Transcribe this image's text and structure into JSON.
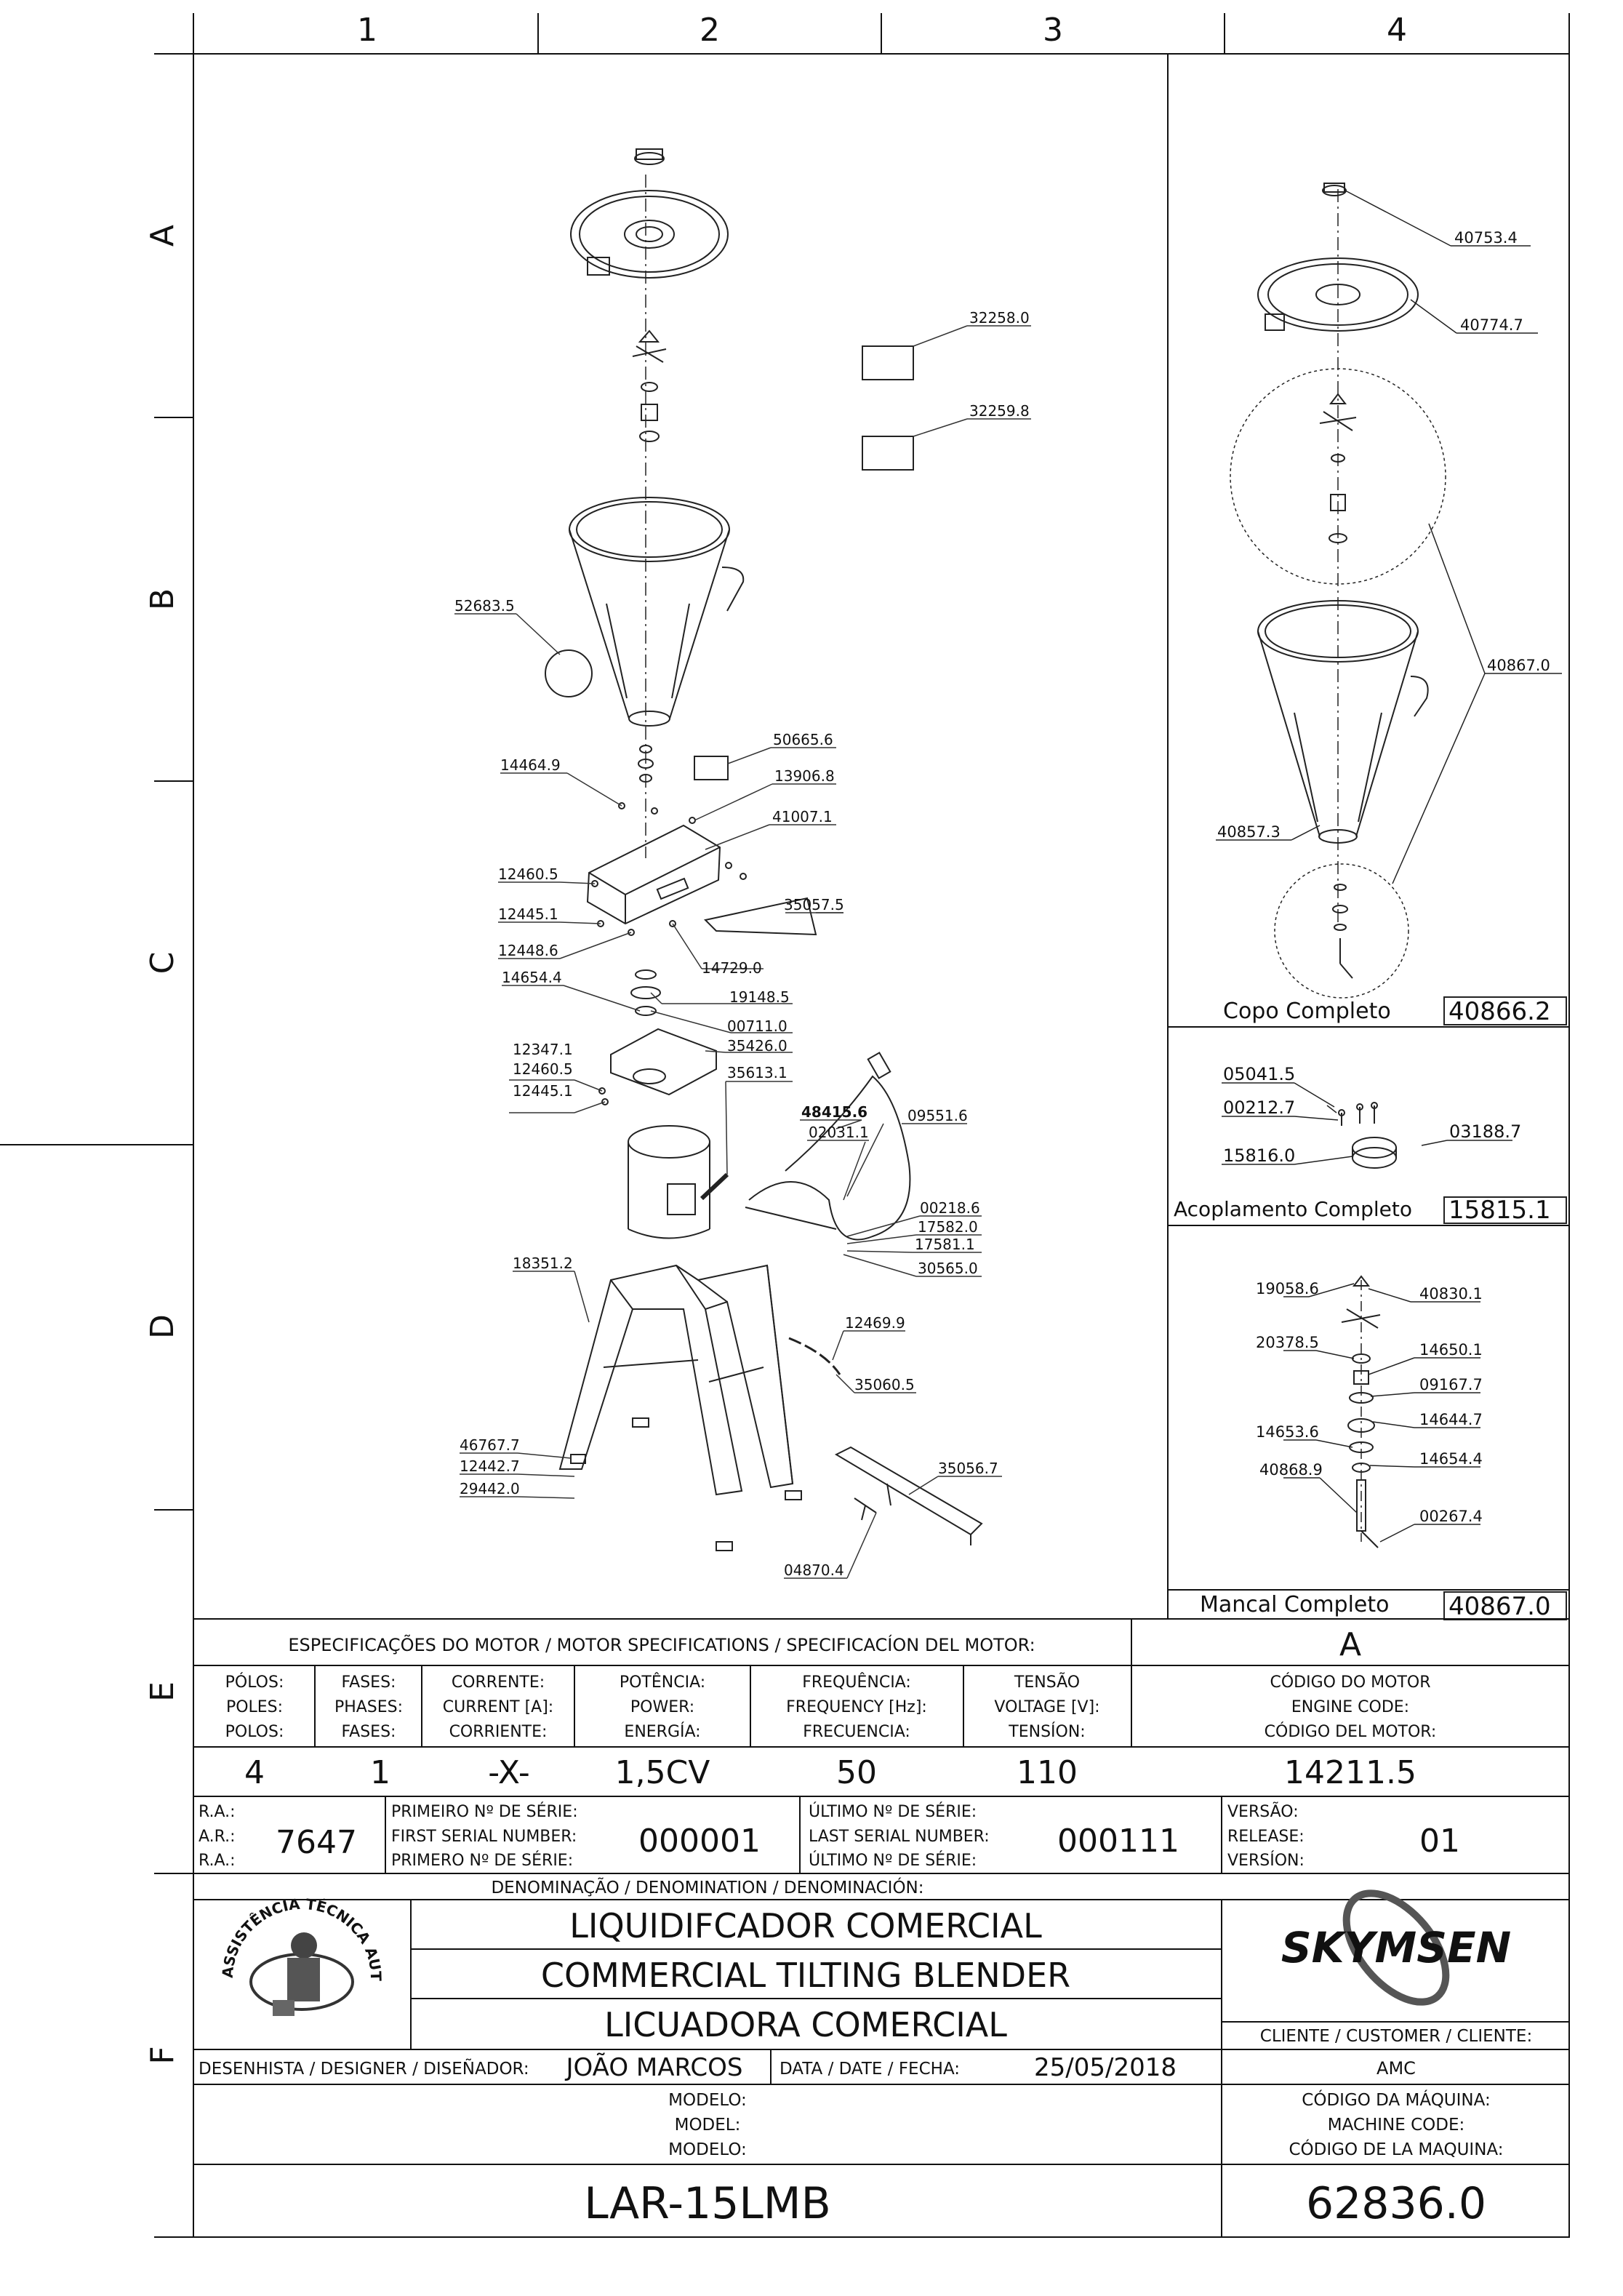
{
  "frame": {
    "columns": [
      "1",
      "2",
      "3",
      "4"
    ],
    "rows": [
      "A",
      "B",
      "C",
      "D",
      "E",
      "F"
    ]
  },
  "callouts": {
    "main": [
      "32258.0",
      "32259.8",
      "52683.5",
      "50665.6",
      "14464.9",
      "13906.8",
      "41007.1",
      "12460.5",
      "35057.5",
      "12445.1",
      "12448.6",
      "14729.0",
      "14654.4",
      "19148.5",
      "00711.0",
      "12347.1",
      "35426.0",
      "12460.5",
      "35613.1",
      "12445.1",
      "48415.6",
      "02031.1",
      "09551.6",
      "00218.6",
      "17582.0",
      "17581.1",
      "30565.0",
      "18351.2",
      "12469.9",
      "35060.5",
      "46767.7",
      "12442.7",
      "29442.0",
      "35056.7",
      "04870.4"
    ],
    "cup": [
      "40753.4",
      "40774.7",
      "40867.0",
      "40857.3"
    ],
    "coupling": [
      "05041.5",
      "00212.7",
      "03188.7",
      "15816.0"
    ],
    "bearing": [
      "19058.6",
      "40830.1",
      "20378.5",
      "14650.1",
      "09167.7",
      "14644.7",
      "14653.6",
      "14654.4",
      "40868.9",
      "00267.4"
    ]
  },
  "assemblies": {
    "cup_label": "Copo  Completo",
    "cup_code": "40866.2",
    "coupling_label": "Acoplamento  Completo",
    "coupling_code": "15815.1",
    "bearing_label": "Mancal  Completo",
    "bearing_code": "40867.0"
  },
  "motor_spec": {
    "heading": "ESPECIFICAÇÕES DO MOTOR / MOTOR SPECIFICATIONS / SPECIFICACÍON DEL MOTOR:",
    "revision": "A",
    "headers": [
      [
        "PÓLOS:",
        "POLES:",
        "POLOS:"
      ],
      [
        "FASES:",
        "PHASES:",
        "FASES:"
      ],
      [
        "CORRENTE:",
        "CURRENT [A]:",
        "CORRIENTE:"
      ],
      [
        "POTÊNCIA:",
        "POWER:",
        "ENERGÍA:"
      ],
      [
        "FREQUÊNCIA:",
        "FREQUENCY [Hz]:",
        "FRECUENCIA:"
      ],
      [
        "TENSÃO",
        "VOLTAGE [V]:",
        "TENSÍON:"
      ],
      [
        "CÓDIGO DO MOTOR",
        "ENGINE CODE:",
        "CÓDIGO DEL MOTOR:"
      ]
    ],
    "values": [
      "4",
      "1",
      "-X-",
      "1,5CV",
      "50",
      "110",
      "14211.5"
    ]
  },
  "serials": {
    "ra_labels": [
      "R.A.:",
      "A.R.:",
      "R.A.:"
    ],
    "ra_value": "7647",
    "first_labels": [
      "PRIMEIRO Nº DE SÉRIE:",
      "FIRST SERIAL NUMBER:",
      "PRIMERO Nº DE SÉRIE:"
    ],
    "first_value": "000001",
    "last_labels": [
      "ÚLTIMO Nº DE SÉRIE:",
      "LAST SERIAL NUMBER:",
      "ÚLTIMO Nº DE SÉRIE:"
    ],
    "last_value": "000111",
    "version_labels": [
      "VERSÃO:",
      "RELEASE:",
      "VERSÍON:"
    ],
    "version_value": "01"
  },
  "denomination": {
    "heading": "DENOMINAÇÃO / DENOMINATION / DENOMINACIÓN:",
    "lines": [
      "LIQUIDIFCADOR COMERCIAL",
      "COMMERCIAL TILTING BLENDER",
      "LICUADORA COMERCIAL"
    ]
  },
  "stamp": {
    "text": "ASSISTÊNCIA TÉCNICA AUTORIZADA"
  },
  "brand": "SKYMSEN",
  "client": {
    "label": "CLIENTE / CUSTOMER / CLIENTE:",
    "value": "AMC"
  },
  "designer": {
    "label": "DESENHISTA / DESIGNER / DISEÑADOR:",
    "value": "JOÃO MARCOS"
  },
  "date": {
    "label": "DATA / DATE / FECHA:",
    "value": "25/05/2018"
  },
  "model": {
    "labels": [
      "MODELO:",
      "MODEL:",
      "MODELO:"
    ],
    "value": "LAR-15LMB"
  },
  "machine_code": {
    "labels": [
      "CÓDIGO DA MÁQUINA:",
      "MACHINE CODE:",
      "CÓDIGO DE LA MAQUINA:"
    ],
    "value": "62836.0"
  }
}
